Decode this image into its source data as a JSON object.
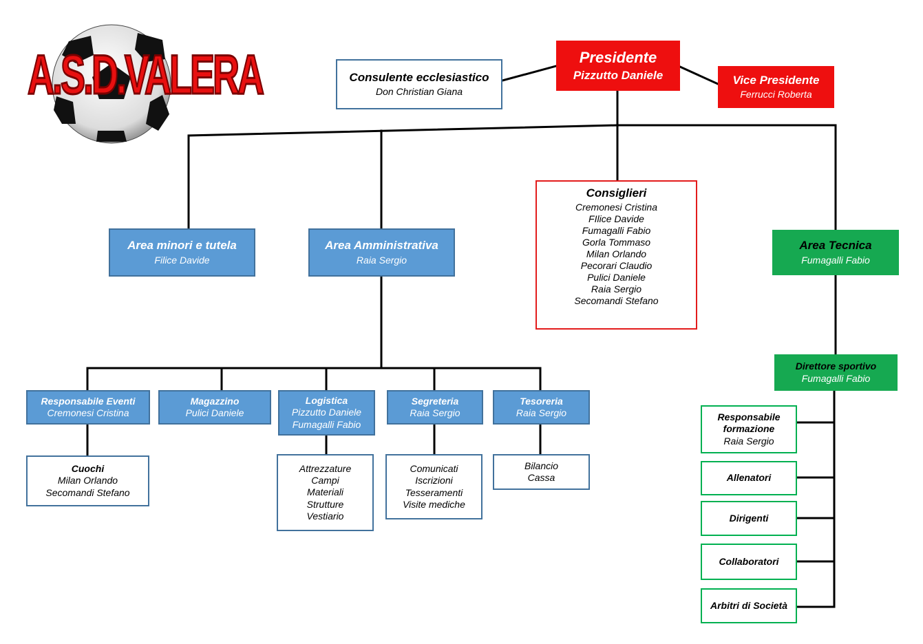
{
  "logo": {
    "text": "A.S.D.VALERA",
    "icon": "soccer-ball-icon"
  },
  "colors": {
    "red": "#ee0f0f",
    "blue": "#5b9bd5",
    "green": "#16a951",
    "blue_border": "#41719c",
    "green_border": "#00b050"
  },
  "presidente": {
    "title": "Presidente",
    "name": "Pizzutto Daniele"
  },
  "consulente": {
    "title": "Consulente ecclesiastico",
    "name": "Don Christian Giana"
  },
  "vice": {
    "title": "Vice Presidente",
    "name": "Ferrucci Roberta"
  },
  "consiglieri": {
    "title": "Consiglieri",
    "members": [
      "Cremonesi Cristina",
      "FIlice Davide",
      "Fumagalli Fabio",
      "Gorla Tommaso",
      "Milan Orlando",
      "Pecorari Claudio",
      "Pulici Daniele",
      "Raia Sergio",
      "Secomandi Stefano"
    ]
  },
  "area_minori": {
    "title": "Area minori e tutela",
    "name": "Filice Davide"
  },
  "area_amministrativa": {
    "title": "Area Amministrativa",
    "name": "Raia Sergio"
  },
  "area_tecnica": {
    "title": "Area Tecnica",
    "name": "Fumagalli Fabio"
  },
  "responsabile_eventi": {
    "title": "Responsabile Eventi",
    "name": "Cremonesi Cristina"
  },
  "magazzino": {
    "title": "Magazzino",
    "name": "Pulici Daniele"
  },
  "logistica": {
    "title": "Logistica",
    "names": [
      "Pizzutto Daniele",
      "Fumagalli Fabio"
    ]
  },
  "segreteria": {
    "title": "Segreteria",
    "name": "Raia Sergio"
  },
  "tesoreria": {
    "title": "Tesoreria",
    "name": "Raia Sergio"
  },
  "cuochi": {
    "title": "Cuochi",
    "names": [
      "Milan Orlando",
      "Secomandi Stefano"
    ]
  },
  "logistica_tasks": [
    "Attrezzature",
    "Campi",
    "Materiali",
    "Strutture",
    "Vestiario"
  ],
  "segreteria_tasks": [
    "Comunicati",
    "Iscrizioni",
    "Tesseramenti",
    "Visite mediche"
  ],
  "tesoreria_tasks": [
    "Bilancio",
    "Cassa"
  ],
  "direttore_sportivo": {
    "title": "Direttore sportivo",
    "name": "Fumagalli Fabio"
  },
  "responsabile_formazione": {
    "title_1": "Responsabile",
    "title_2": "formazione",
    "name": "Raia Sergio"
  },
  "allenatori": {
    "title": "Allenatori"
  },
  "dirigenti": {
    "title": "Dirigenti"
  },
  "collaboratori": {
    "title": "Collaboratori"
  },
  "arbitri": {
    "title": "Arbitri di Società"
  }
}
